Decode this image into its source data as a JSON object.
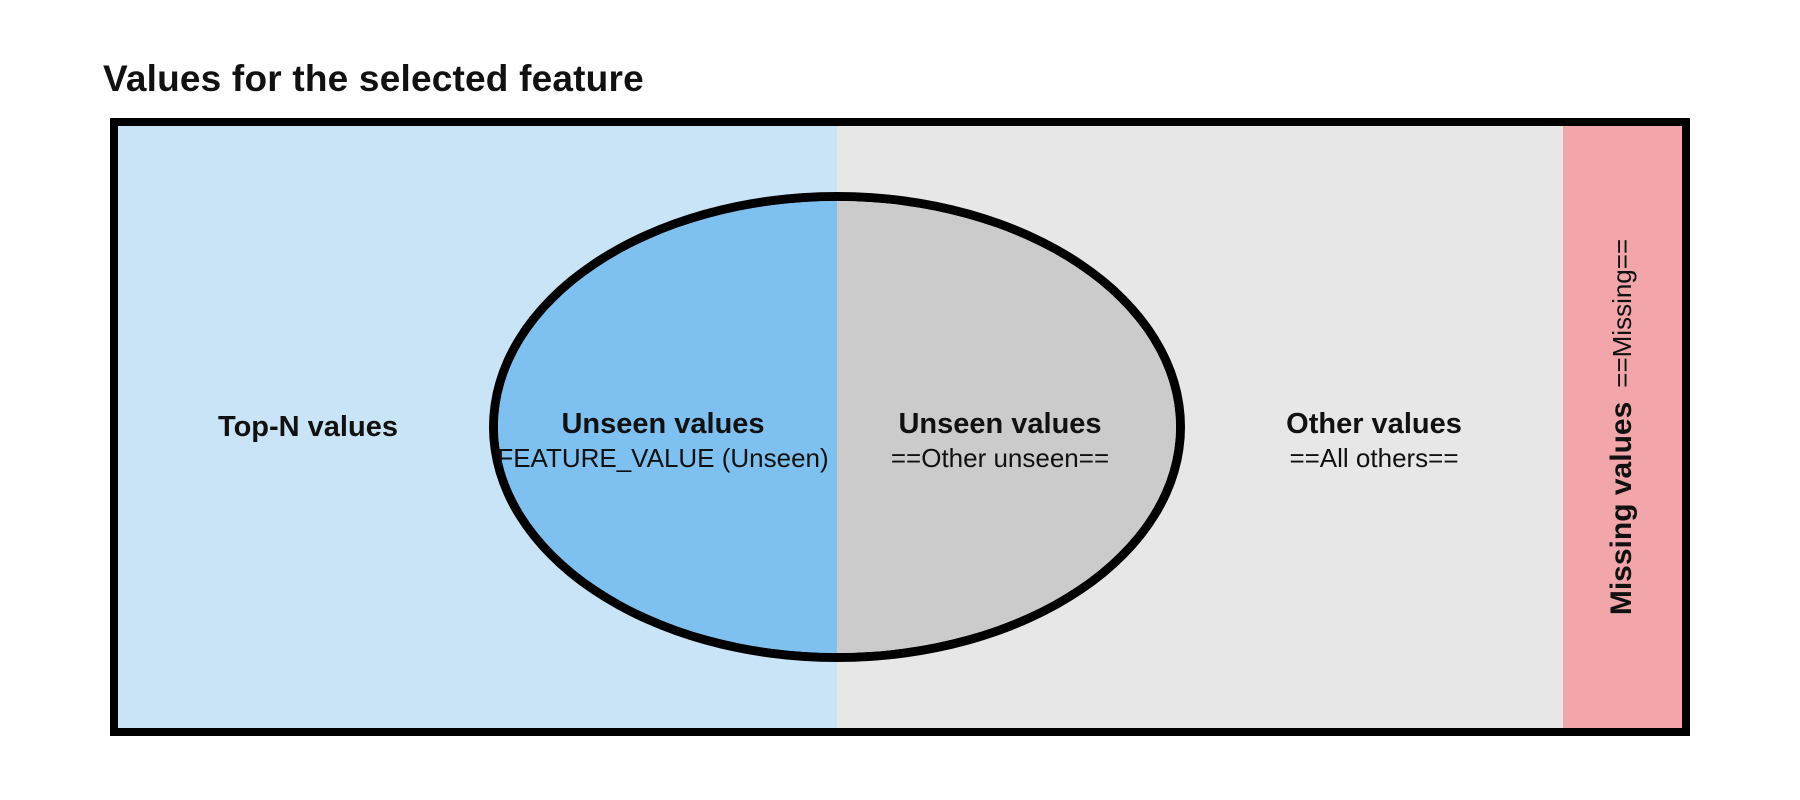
{
  "title": "Values for the selected feature",
  "diagram": {
    "top_n": {
      "label": "Top-N values"
    },
    "unseen_known": {
      "label": "Unseen values",
      "sublabel": "FEATURE_VALUE (Unseen)"
    },
    "unseen_other": {
      "label": "Unseen values",
      "sublabel": "==Other unseen=="
    },
    "others": {
      "label": "Other values",
      "sublabel": "==All others=="
    },
    "missing": {
      "label": "Missing values",
      "sublabel": "==Missing=="
    },
    "colors": {
      "top_n_bg": "#c9e3f7",
      "unseen_known_bg": "#7ec0f0",
      "unseen_other_bg": "#cbcbcb",
      "others_bg": "#e7e7e7",
      "missing_bg": "#f2a6aa",
      "outline": "#000000",
      "text": "#111111"
    }
  }
}
